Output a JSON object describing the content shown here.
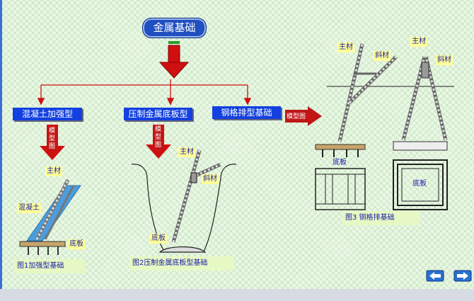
{
  "title": "金属基础",
  "types": [
    {
      "label": "混凝土加强型"
    },
    {
      "label": "压制金属底板型"
    },
    {
      "label": "钢格排型基础"
    }
  ],
  "model_label_vertical": [
    "模",
    "型",
    "图"
  ],
  "model_label_horizontal": "模型图",
  "fig1": {
    "main": "主材",
    "concrete": "混凝土",
    "base": "底板",
    "caption": "图1加强型基础"
  },
  "fig2": {
    "main": "主材",
    "diag": "斜材",
    "base": "底板",
    "caption": "图2压制金属底板型基础"
  },
  "fig3": {
    "main_a": "主材",
    "diag_a": "斜材",
    "main_b": "主材",
    "diag_b": "斜材",
    "base_a": "底板",
    "base_b": "底板",
    "caption": "图3 钢格排基础"
  },
  "colors": {
    "blue": "#1340e0",
    "red": "#c01616",
    "green": "#2a8a2a"
  },
  "nav": {
    "prev_icon": "arrow-left-icon",
    "next_icon": "arrow-right-icon"
  }
}
